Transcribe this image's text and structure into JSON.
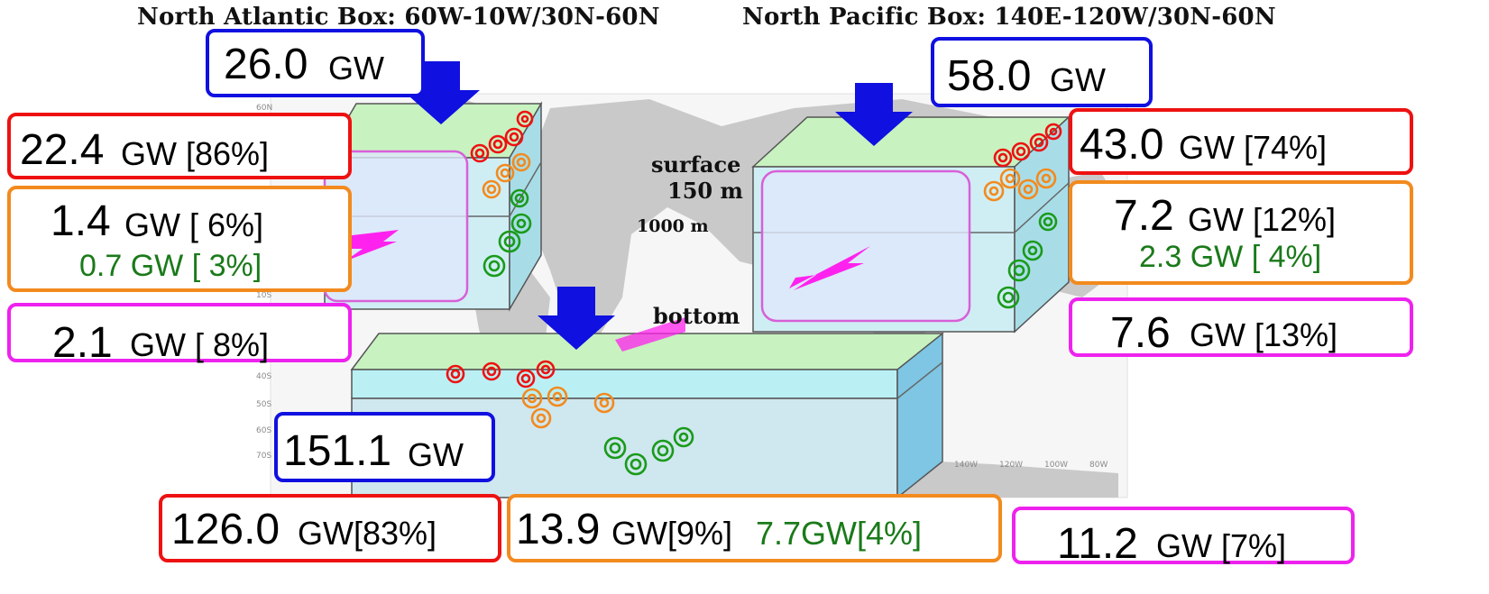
{
  "titles": {
    "atlantic": "North Atlantic Box: 60W-10W/30N-60N",
    "pacific": "North Pacific Box: 140E-120W/30N-60N"
  },
  "depth_labels": {
    "surface": "surface",
    "d150": "150 m",
    "d1000": "1000 m",
    "bottom": "bottom"
  },
  "atlantic": {
    "input": {
      "value": "26.0",
      "unit": "GW"
    },
    "red": {
      "value": "22.4",
      "unit": "GW [86%]"
    },
    "orange": {
      "value": "1.4",
      "unit": "GW [ 6%]",
      "green": "0.7 GW [ 3%]"
    },
    "magenta": {
      "value": "2.1",
      "unit": "GW [ 8%]"
    }
  },
  "pacific": {
    "input": {
      "value": "58.0",
      "unit": "GW"
    },
    "red": {
      "value": "43.0",
      "unit": "GW [74%]"
    },
    "orange": {
      "value": "7.2",
      "unit": "GW [12%]",
      "green": "2.3 GW [ 4%]"
    },
    "magenta": {
      "value": "7.6",
      "unit": "GW [13%]"
    }
  },
  "southern": {
    "input": {
      "value": "151.1",
      "unit": "GW"
    },
    "red": {
      "value": "126.0",
      "unit": "GW[83%]"
    },
    "orange": {
      "value": "13.9",
      "unit": "GW[9%]",
      "green": "7.7GW[4%]"
    },
    "magenta": {
      "value": "11.2",
      "unit": "GW [7%]"
    }
  },
  "colors": {
    "input": "#1010e0",
    "surface_eddy": "#ee1111",
    "upper_eddy": "#f28a1e",
    "deep_eddy": "#1a9a1a",
    "bottom": "#ee22ee"
  }
}
